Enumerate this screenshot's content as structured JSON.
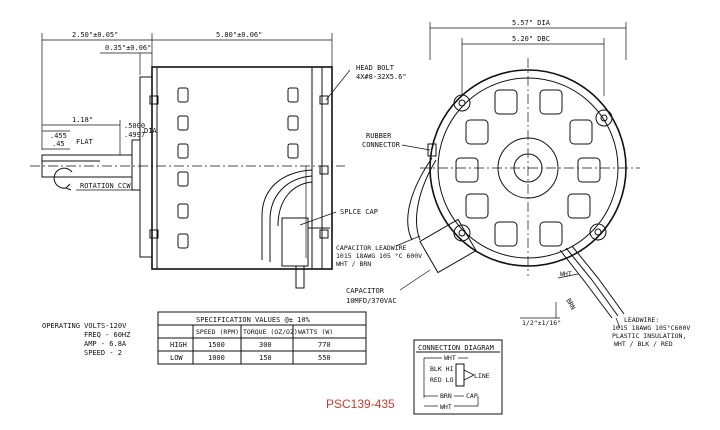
{
  "dimensions": {
    "overall_length": "2.50\"±0.05\"",
    "body_length": "5.80\"±0.06\"",
    "flange_offset": "0.35\"±0.06\"",
    "shaft_extension": "1.18\"",
    "flat_depth": ".455",
    "flat_depth_2": ".45",
    "flat_label": "FLAT",
    "shaft_dia_1": ".5000",
    "shaft_dia_2": ".4997",
    "dia_label": "DIA",
    "motor_dia": "5.57\" DIA",
    "bolt_circle": "5.20\" DBC",
    "leadwire_len": "1/2\"±1/16\""
  },
  "callouts": {
    "head_bolt_1": "HEAD BOLT",
    "head_bolt_2": "4X#8-32X5.6\"",
    "rotation": "ROTATION CCW",
    "splice_cap": "SPLCE CAP",
    "rubber_1": "RUBBER",
    "rubber_2": "CONNECTOR",
    "cap_lead_1": "CAPACITOR LEADWIRE",
    "cap_lead_2": "1015 18AWG 105 °C 600V",
    "cap_lead_3": "WHT / BRN",
    "capacitor_1": "CAPACITOR",
    "capacitor_2": "10MFD/370VAC",
    "leadwire_1": "LEADWIRE:",
    "leadwire_2": "1015 18AWG 105°C600V",
    "leadwire_3": "PLASTIC INSULATION,",
    "leadwire_4": "WHT / BLK / RED",
    "wht_tag": "WHT",
    "brn_tag": "BRN"
  },
  "operating": [
    "OPERATING VOLTS-120V",
    "FREQ - 60HZ",
    "AMP - 6.8A",
    "SPEED - 2"
  ],
  "spec_table": {
    "title": "SPECIFICATION VALUES  @± 10%",
    "headers": [
      "SPEED (RPM)",
      "TORQUE (OZ/OZ)",
      "WATTS (W)"
    ],
    "rows": [
      {
        "label": "HIGH",
        "values": [
          "1500",
          "300",
          "770"
        ]
      },
      {
        "label": "LOW",
        "values": [
          "1000",
          "150",
          "550"
        ]
      }
    ]
  },
  "connection": {
    "title": "CONNECTION DIAGRAM",
    "wht_top": "WHT",
    "blk": "BLK HI",
    "red": "RED LO",
    "line": "LINE",
    "brn": "BRN",
    "cap": "CAP",
    "wht_bottom": "WHT"
  },
  "part_number": "PSC139-435",
  "colors": {
    "part_number": "#d03a2a",
    "ink": "#111111"
  }
}
